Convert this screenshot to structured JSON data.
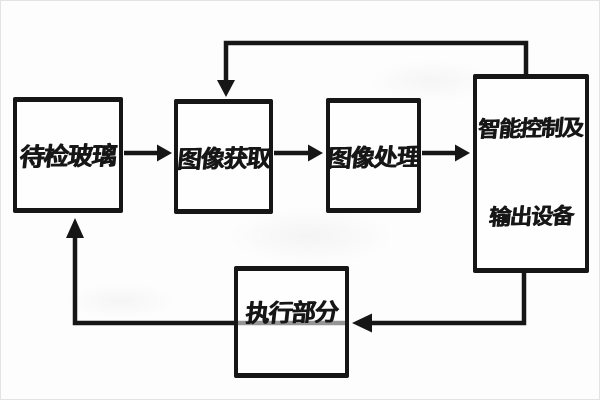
{
  "diagram": {
    "type": "flowchart",
    "colors": {
      "ink": "#161616",
      "paper": "#fdfdfd"
    },
    "nodes": {
      "glass": {
        "label": "待检玻璃"
      },
      "image_acquisition": {
        "label": "图像获取"
      },
      "image_processing": {
        "label": "图像处理"
      },
      "intelligent_control": {
        "line1": "智能控制及",
        "line2": "输出设备"
      },
      "execution": {
        "label": "执行部分"
      }
    },
    "edges": [
      {
        "from": "glass",
        "to": "image_acquisition"
      },
      {
        "from": "image_acquisition",
        "to": "image_processing"
      },
      {
        "from": "image_processing",
        "to": "intelligent_control"
      },
      {
        "from": "intelligent_control",
        "to": "image_acquisition",
        "kind": "feedback-top"
      },
      {
        "from": "intelligent_control",
        "to": "execution",
        "kind": "feedback-bottom"
      },
      {
        "from": "execution",
        "to": "glass",
        "kind": "return"
      }
    ]
  }
}
